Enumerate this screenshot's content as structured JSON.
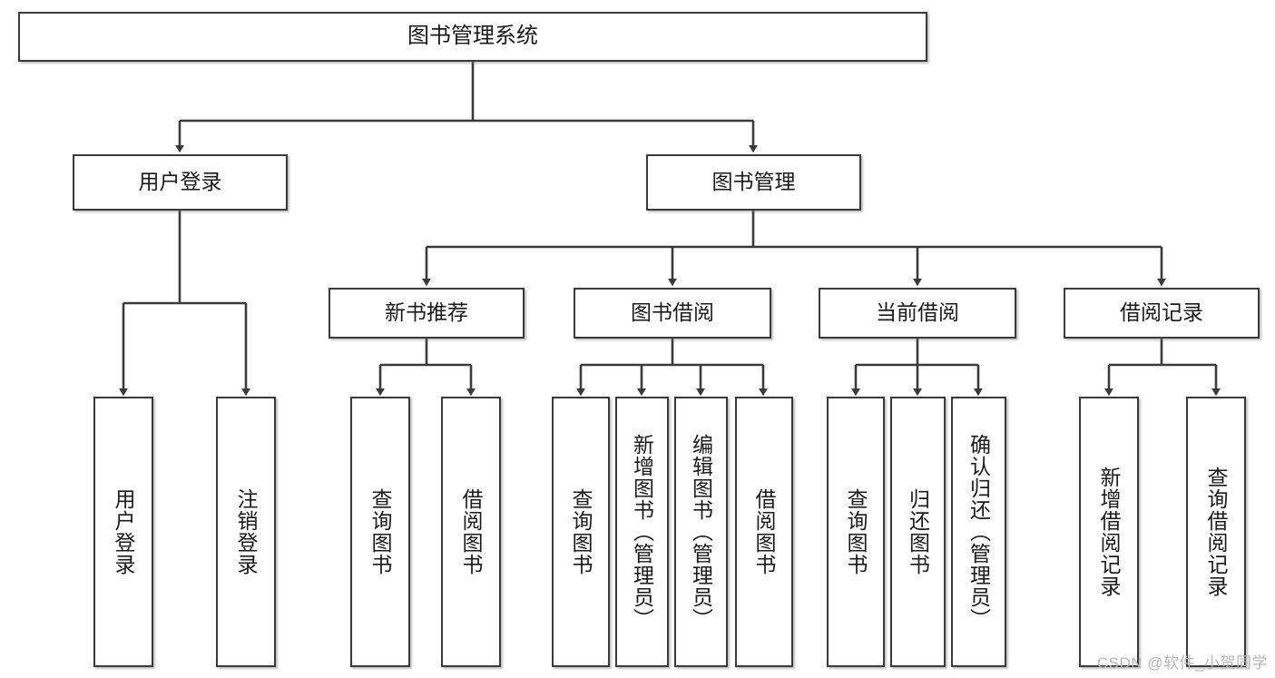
{
  "diagram": {
    "title": "图书管理系统",
    "type": "tree",
    "watermark": "CSDN @软件_小贺同学",
    "colors": {
      "node_border": "#3a3a3a",
      "node_fill": "#ffffff",
      "edge": "#3a3a3a",
      "text": "#1b1b1b",
      "watermark": "#b6b6b6",
      "background": "#ffffff"
    },
    "levels": {
      "root": {
        "label": "图书管理系统"
      },
      "level1": [
        {
          "label": "用户登录"
        },
        {
          "label": "图书管理"
        }
      ],
      "level2": [
        {
          "label": "新书推荐"
        },
        {
          "label": "图书借阅"
        },
        {
          "label": "当前借阅"
        },
        {
          "label": "借阅记录"
        }
      ],
      "leaves": {
        "user_login": [
          {
            "label": "用户登录"
          },
          {
            "label": "注销登录"
          }
        ],
        "new_book_recommend": [
          {
            "label": "查询图书"
          },
          {
            "label": "借阅图书"
          }
        ],
        "book_borrow": [
          {
            "label": "查询图书"
          },
          {
            "label": "新增图书（管理员）"
          },
          {
            "label": "编辑图书（管理员）"
          },
          {
            "label": "借阅图书"
          }
        ],
        "current_borrow": [
          {
            "label": "查询图书"
          },
          {
            "label": "归还图书"
          },
          {
            "label": "确认归还（管理员）"
          }
        ],
        "borrow_record": [
          {
            "label": "新增借阅记录"
          },
          {
            "label": "查询借阅记录"
          }
        ]
      }
    }
  }
}
